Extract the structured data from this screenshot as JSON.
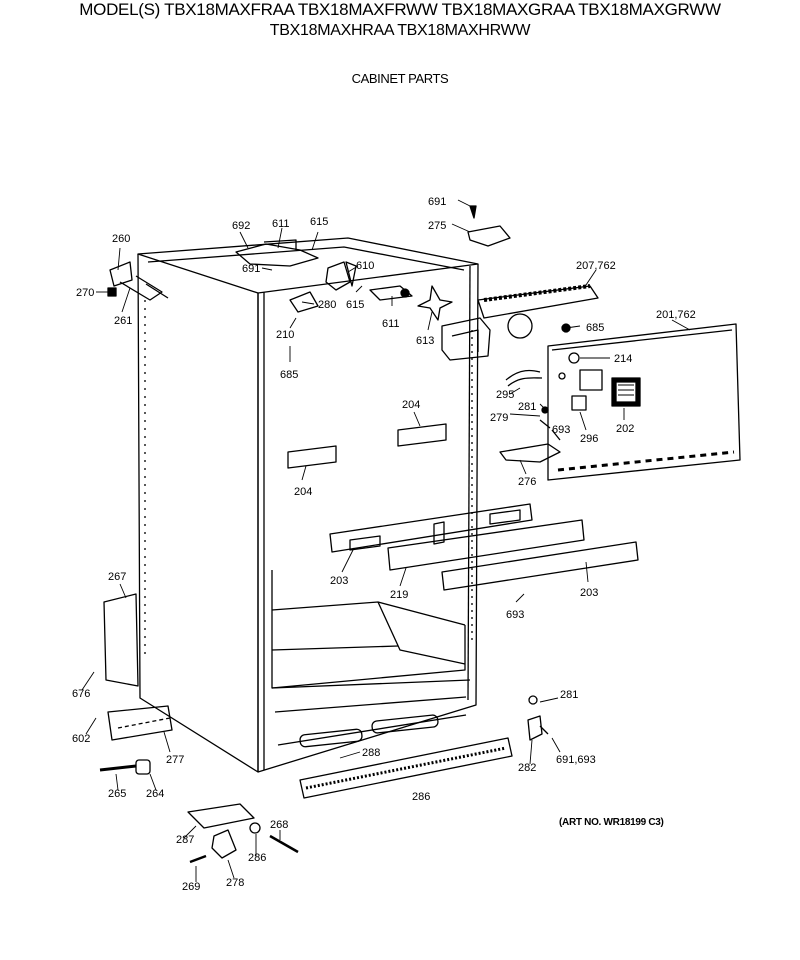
{
  "header": {
    "models_line1": "MODEL(S) TBX18MAXFRAA TBX18MAXFRWW TBX18MAXGRAA TBX18MAXGRWW",
    "models_line2": "TBX18MAXHRAA TBX18MAXHRWW",
    "section_title": "CABINET PARTS"
  },
  "art_number": "(ART NO. WR18199 C3)",
  "callouts": [
    "691",
    "275",
    "692",
    "611",
    "615",
    "691",
    "610",
    "615",
    "611",
    "613",
    "260",
    "270",
    "261",
    "280",
    "210",
    "685",
    "207,762",
    "685",
    "201,762",
    "214",
    "295",
    "281",
    "279",
    "693",
    "296",
    "202",
    "204",
    "204",
    "276",
    "203",
    "219",
    "203",
    "693",
    "267",
    "676",
    "602",
    "277",
    "288",
    "281",
    "282",
    "691,693",
    "265",
    "264",
    "286",
    "287",
    "268",
    "286",
    "269",
    "278"
  ]
}
